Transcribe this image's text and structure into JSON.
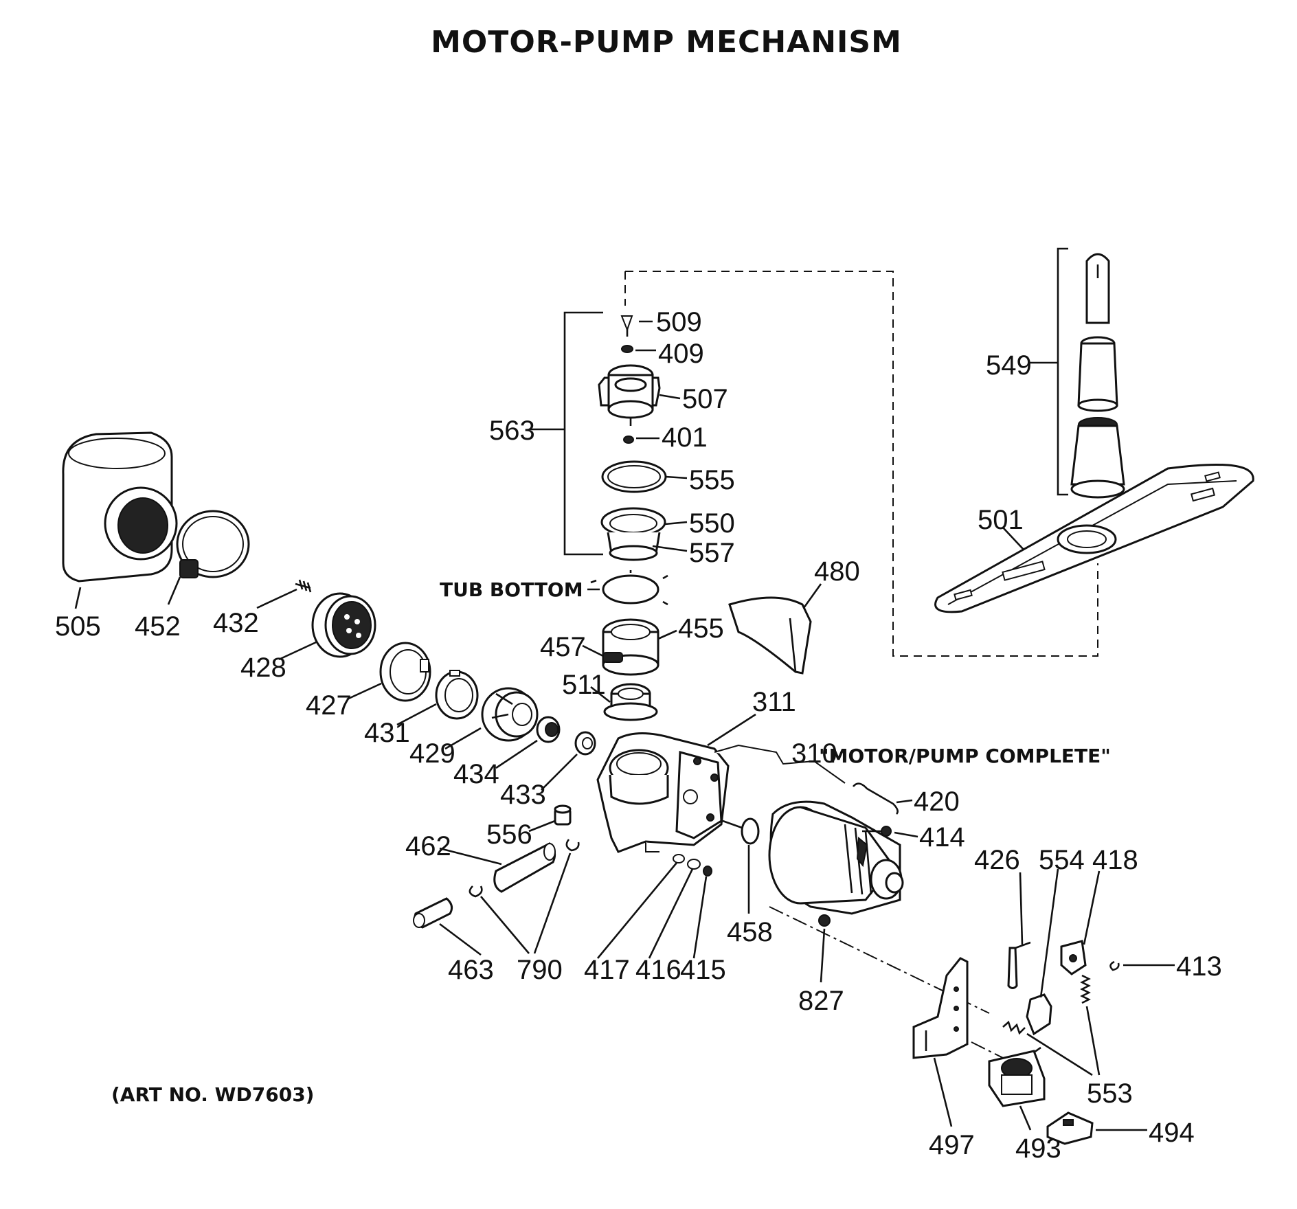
{
  "title": "MOTOR-PUMP MECHANISM",
  "art_no": "(ART NO. WD7603)",
  "labels": {
    "tub_bottom": "TUB BOTTOM",
    "motor_pump_complete": "\"MOTOR/PUMP COMPLETE\""
  },
  "parts": {
    "p509": "509",
    "p409": "409",
    "p507": "507",
    "p401": "401",
    "p555": "555",
    "p550": "550",
    "p557": "557",
    "p563": "563",
    "p549": "549",
    "p501": "501",
    "p480": "480",
    "p455": "455",
    "p457": "457",
    "p511": "511",
    "p311": "311",
    "p310": "310",
    "p505": "505",
    "p452": "452",
    "p432": "432",
    "p428": "428",
    "p427": "427",
    "p431": "431",
    "p429": "429",
    "p434": "434",
    "p433": "433",
    "p556": "556",
    "p462": "462",
    "p463": "463",
    "p790": "790",
    "p417": "417",
    "p416": "416",
    "p415": "415",
    "p458": "458",
    "p420": "420",
    "p414": "414",
    "p827": "827",
    "p426": "426",
    "p554": "554",
    "p418": "418",
    "p413": "413",
    "p553": "553",
    "p497": "497",
    "p493": "493",
    "p494": "494"
  }
}
